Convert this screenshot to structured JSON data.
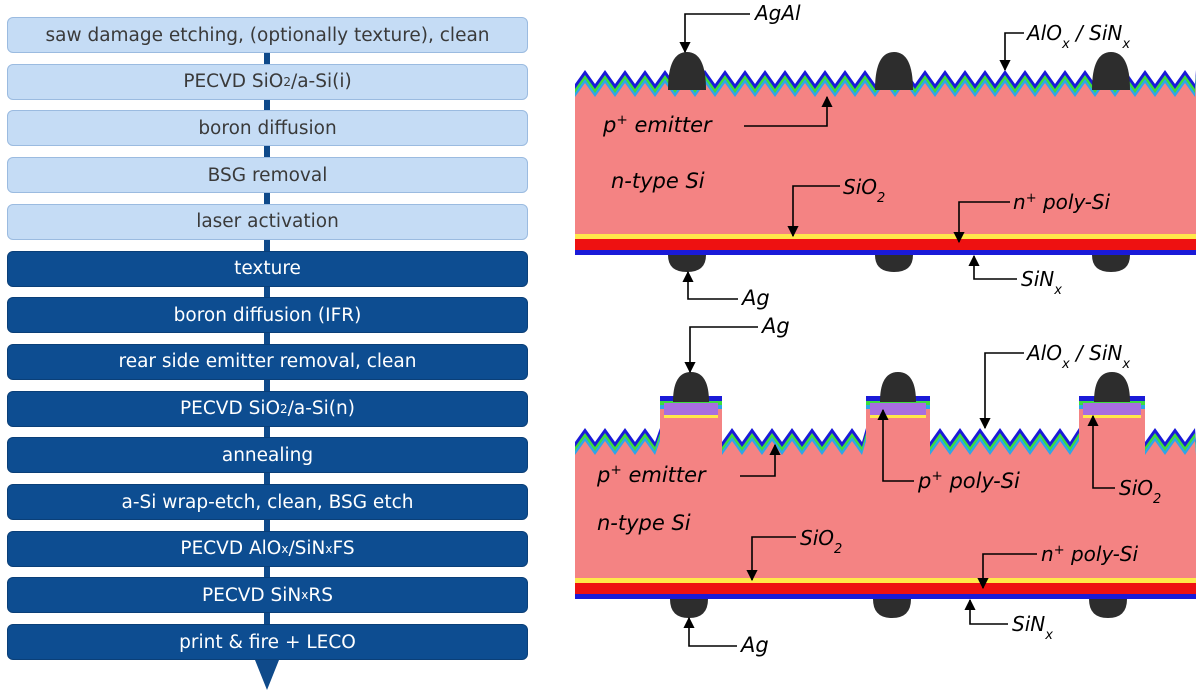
{
  "process_flow": {
    "steps": [
      {
        "parts": [
          "saw damage etching, (optionally texture), clean"
        ],
        "style": "light"
      },
      {
        "parts": [
          "PECVD SiO",
          "2",
          "/a-Si(i)"
        ],
        "style": "light"
      },
      {
        "parts": [
          "boron diffusion"
        ],
        "style": "light"
      },
      {
        "parts": [
          "BSG removal"
        ],
        "style": "light"
      },
      {
        "parts": [
          "laser activation"
        ],
        "style": "light"
      },
      {
        "parts": [
          "texture"
        ],
        "style": "dark"
      },
      {
        "parts": [
          "boron diffusion (IFR)"
        ],
        "style": "dark"
      },
      {
        "parts": [
          "rear side emitter removal, clean"
        ],
        "style": "dark"
      },
      {
        "parts": [
          "PECVD SiO",
          "2",
          "/a-Si(n)"
        ],
        "style": "dark"
      },
      {
        "parts": [
          "annealing"
        ],
        "style": "dark"
      },
      {
        "parts": [
          "a-Si wrap-etch, clean, BSG etch"
        ],
        "style": "dark"
      },
      {
        "parts": [
          "PECVD AlO",
          "x",
          "/SiN",
          "x",
          " FS"
        ],
        "style": "dark"
      },
      {
        "parts": [
          "PECVD SiN",
          "x",
          " RS"
        ],
        "style": "dark"
      },
      {
        "parts": [
          "print & fire + LECO"
        ],
        "style": "dark"
      }
    ]
  },
  "top_diagram": {
    "label_agal": "AgAl",
    "label_passivation": {
      "base1": "AlO",
      "sub1": "x",
      "mid": " / SiN",
      "sub2": "x"
    },
    "label_emitter": {
      "sup": "+",
      "pre": "p",
      "post": " emitter"
    },
    "label_substrate": "n-type Si",
    "label_oxide": {
      "base": "SiO",
      "sub": "2"
    },
    "label_poly": {
      "pre": "n",
      "sup": "+",
      "post": " poly-Si"
    },
    "label_rear_nitride": {
      "base": "SiN",
      "sub": "x"
    },
    "label_ag": "Ag"
  },
  "bottom_diagram": {
    "label_ag_front": "Ag",
    "label_passivation": {
      "base1": "AlO",
      "sub1": "x",
      "mid": " / SiN",
      "sub2": "x"
    },
    "label_emitter": {
      "pre": "p",
      "sup": "+",
      "post": " emitter"
    },
    "label_front_poly": {
      "pre": "p",
      "sup": "+",
      "post": " poly-Si"
    },
    "label_front_oxide": {
      "base": "SiO",
      "sub": "2"
    },
    "label_substrate": "n-type Si",
    "label_oxide": {
      "base": "SiO",
      "sub": "2"
    },
    "label_poly": {
      "pre": "n",
      "sup": "+",
      "post": " poly-Si"
    },
    "label_rear_nitride": {
      "base": "SiN",
      "sub": "x"
    },
    "label_ag_rear": "Ag"
  },
  "colors": {
    "substrate": "#f48383",
    "nitride_blue": "#1a1ad8",
    "passivation_green": "#3ddc3d",
    "emitter_cyan": "#2ea6e8",
    "rear_poly_red": "#ee1111",
    "oxide_yellow": "#ffe84a",
    "contact_dark": "#2d2d2d",
    "front_poly_purple": "#a86ee0",
    "flow_light": "#c5dcf5",
    "flow_dark": "#0d4d91"
  }
}
